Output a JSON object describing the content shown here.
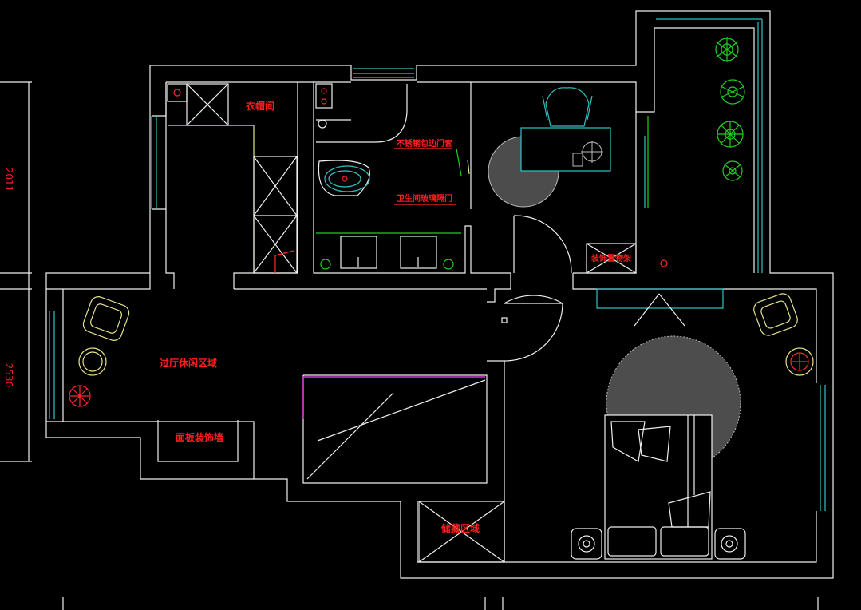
{
  "labels": {
    "cloakroom": "衣帽间",
    "glass_door": "不锈钢包边门套",
    "sanitary_glass": "卫生间玻璃隔门",
    "decor_shelf": "装饰置物架",
    "lounge": "过厅休闲区域",
    "wall_decor": "面板装饰墙",
    "storage": "储藏区域"
  },
  "dimensions": {
    "left_top": "2011",
    "left_bottom": "2530"
  },
  "colors": {
    "background": "#000000",
    "wall": "#f0f0f0",
    "window": "#2ec4c4",
    "furniture": "#e6e28a",
    "plant": "#1fd21f",
    "label": "#ff1e1e",
    "accent_magenta": "#d23ad2"
  }
}
